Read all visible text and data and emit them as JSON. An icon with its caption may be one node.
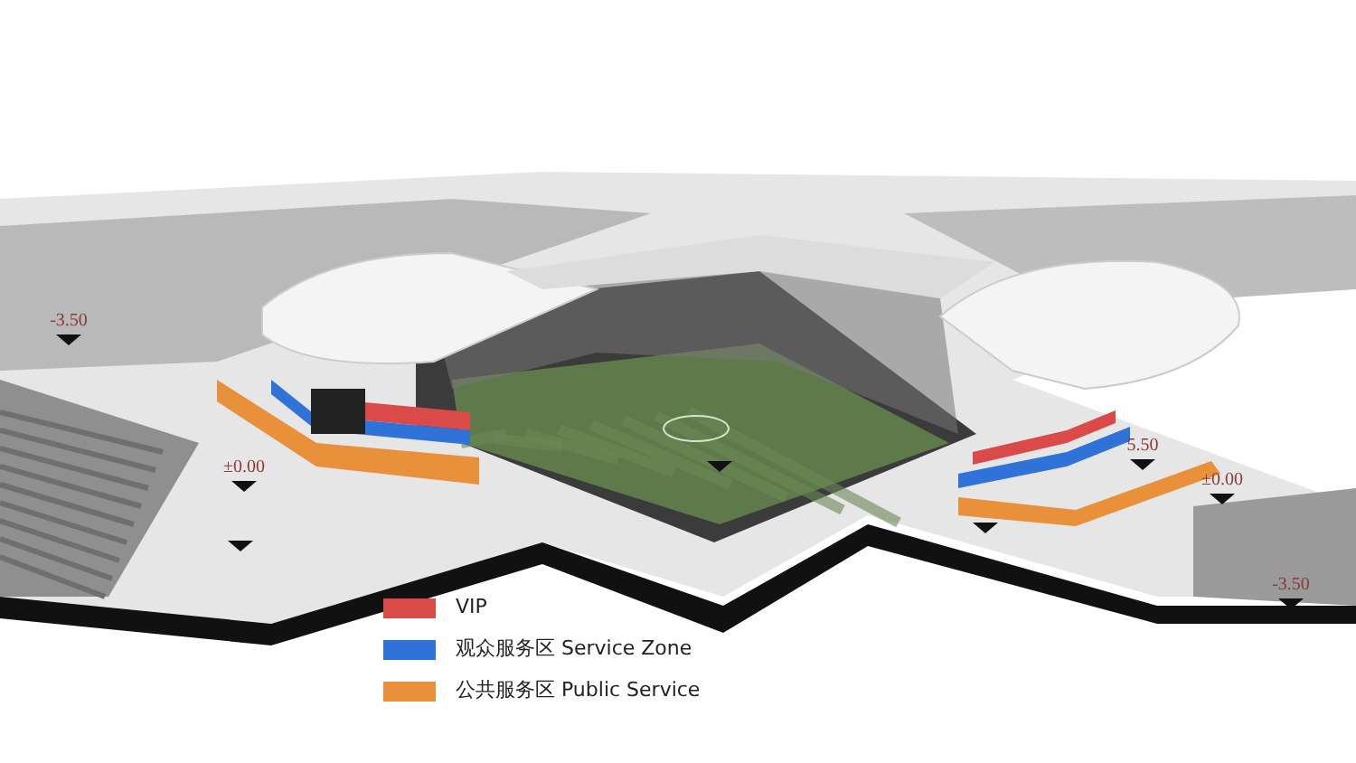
{
  "diagram": {
    "labels": [
      "-3.50",
      "5.50",
      "±0.00",
      "±0.00",
      "-3.50"
    ],
    "legend": [
      {
        "text": "VIP",
        "color": "#d94a48"
      },
      {
        "text": "观众服务区 Service Zone",
        "color": "#2f72d8"
      },
      {
        "text": "公共服务区 Public Service",
        "color": "#e8903a"
      }
    ]
  }
}
